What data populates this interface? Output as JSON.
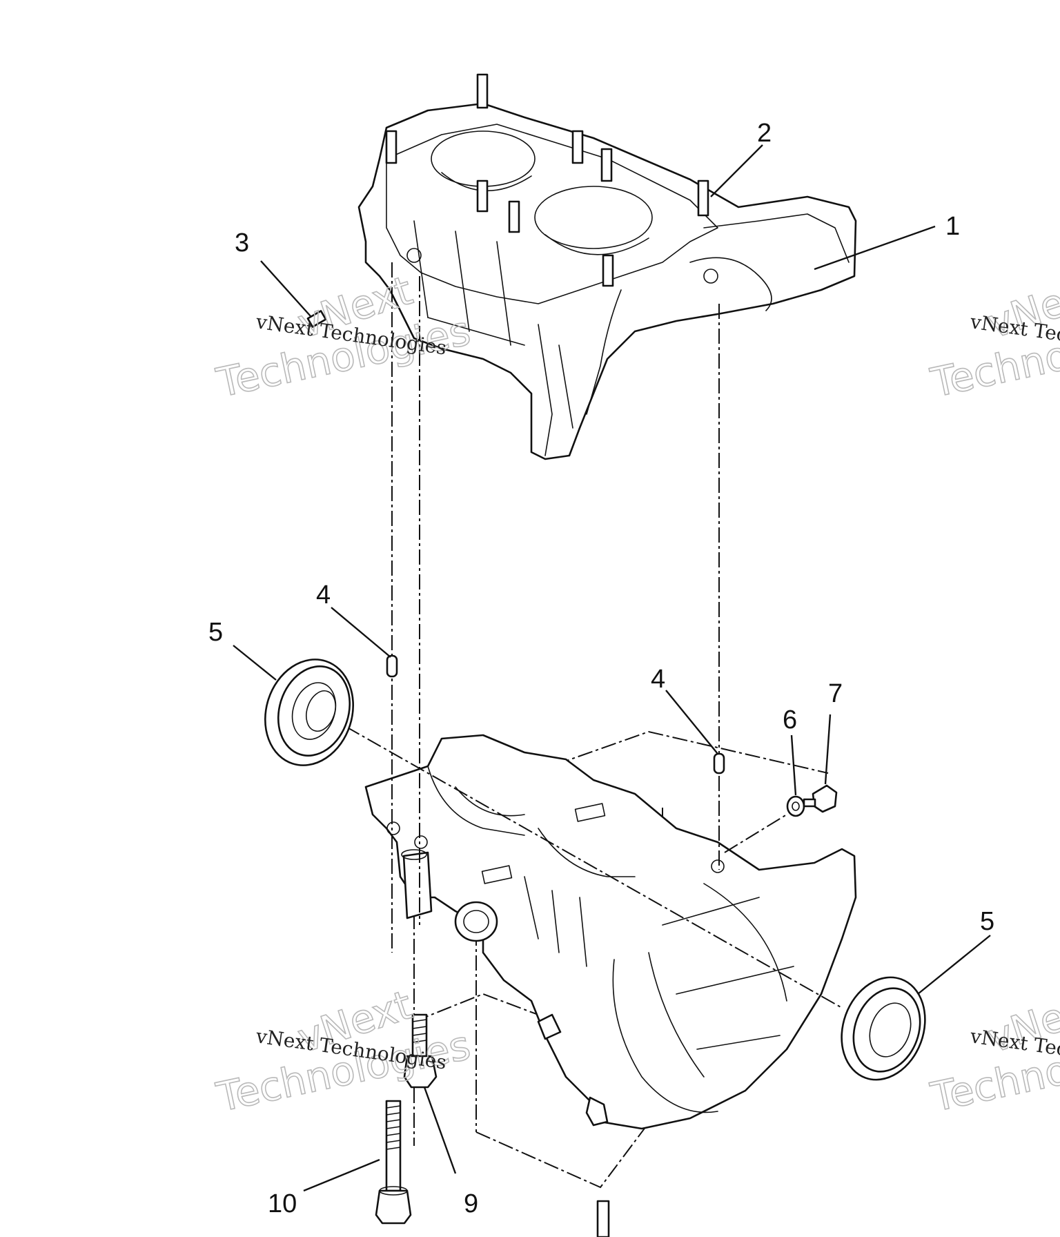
{
  "callouts": {
    "c1": "1",
    "c2": "2",
    "c3": "3",
    "c4a": "4",
    "c4b": "4",
    "c5a": "5",
    "c5b": "5",
    "c6": "6",
    "c7": "7",
    "c9": "9",
    "c10": "10"
  },
  "watermark": {
    "line1": "vNext Technologies",
    "outline_top": "vNext",
    "outline_bottom": "Technologies"
  },
  "colors": {
    "ink": "#111111",
    "watermark_outline": "#b9b9b9",
    "background": "#ffffff"
  }
}
